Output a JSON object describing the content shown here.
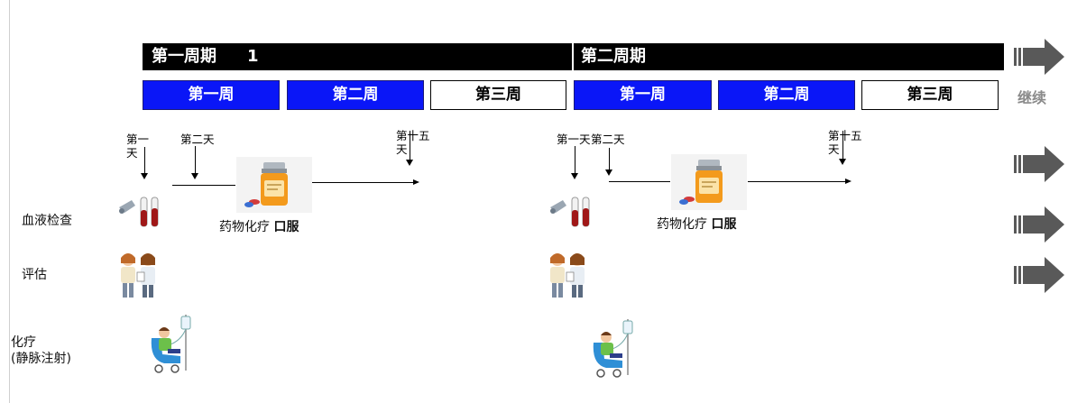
{
  "cycles": [
    {
      "label": "第一周期",
      "number": "1"
    },
    {
      "label": "第二周期",
      "number": ""
    }
  ],
  "weeks": [
    "第一周",
    "第二周",
    "第三周",
    "第一周",
    "第二周",
    "第三周"
  ],
  "continue_label": "继续",
  "days": {
    "day1": "第一\n天",
    "day2": "第二天",
    "day15": "第十五\n天",
    "c2_day1": "第一天",
    "c2_day2": "第二天",
    "c2_day15": "第十五\n天"
  },
  "chemo_oral": {
    "prefix": "药物化疗 ",
    "bold": "口服"
  },
  "rows": {
    "blood_test": "血液检查",
    "assessment": "评估",
    "chemo_iv": "化疗\n(静脉注射)"
  },
  "icons": {
    "pill_bottle": "pill-bottle-icon",
    "blood_test": "test-tubes-icon",
    "assessment": "doctor-patient-consultation-icon",
    "iv_chemo": "iv-infusion-patient-icon",
    "arrow": "block-arrow-right-icon"
  },
  "colors": {
    "cycle_bar": "#000000",
    "week_blue": "#0a16f7",
    "continue_text": "#8a8a8a",
    "arrow_gray": "#595959"
  }
}
